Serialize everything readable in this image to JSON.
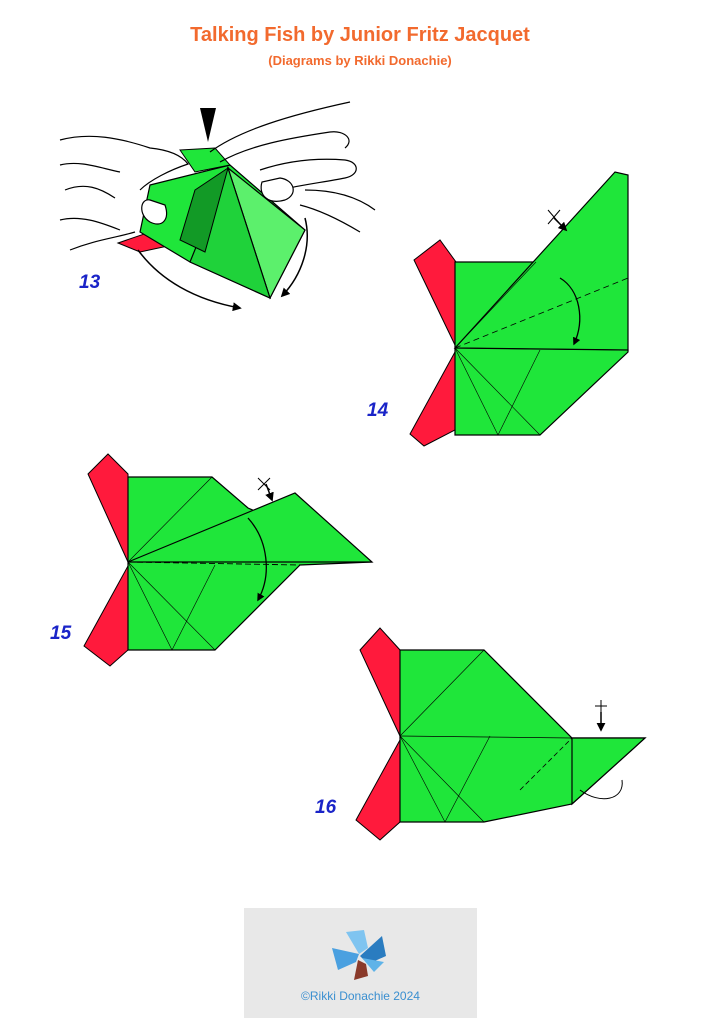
{
  "header": {
    "title": "Talking Fish by Junior Fritz Jacquet",
    "subtitle": "(Diagrams by Rikki Donachie)"
  },
  "steps": [
    {
      "number": "13"
    },
    {
      "number": "14"
    },
    {
      "number": "15"
    },
    {
      "number": "16"
    }
  ],
  "footer": {
    "copyright": "©Rikki Donachie 2024"
  },
  "colors": {
    "title": "#f26a2e",
    "paper_green": "#1fe63a",
    "paper_green_light": "#5cf06c",
    "paper_green_dark": "#129a26",
    "paper_red": "#ff1a3c",
    "step_number": "#1a24c8",
    "footer_bg": "#e8e8e8",
    "footer_text": "#3a8fd0"
  },
  "icons": [
    "push-arrow-icon",
    "rotate-arrow-icon",
    "fold-arrow-icon",
    "butterfly-logo-icon"
  ]
}
